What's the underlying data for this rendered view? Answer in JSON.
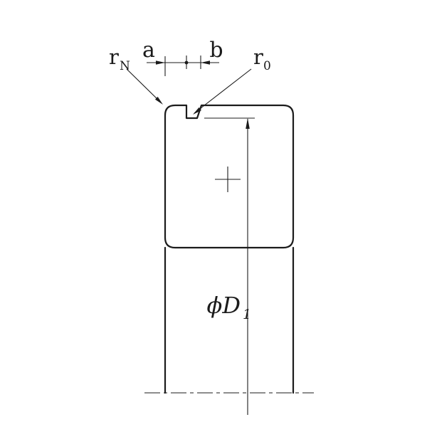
{
  "title": "Snap ring groove dimension diagram",
  "labels": {
    "r_n": {
      "base": "r",
      "sub": "N"
    },
    "a": "a",
    "b": "b",
    "r_0": {
      "base": "r",
      "sub": "0"
    },
    "phi_d1": {
      "base": "ϕD",
      "sub": "1"
    }
  },
  "colors": {
    "line": "#1b1b1b",
    "background": "#ffffff"
  }
}
